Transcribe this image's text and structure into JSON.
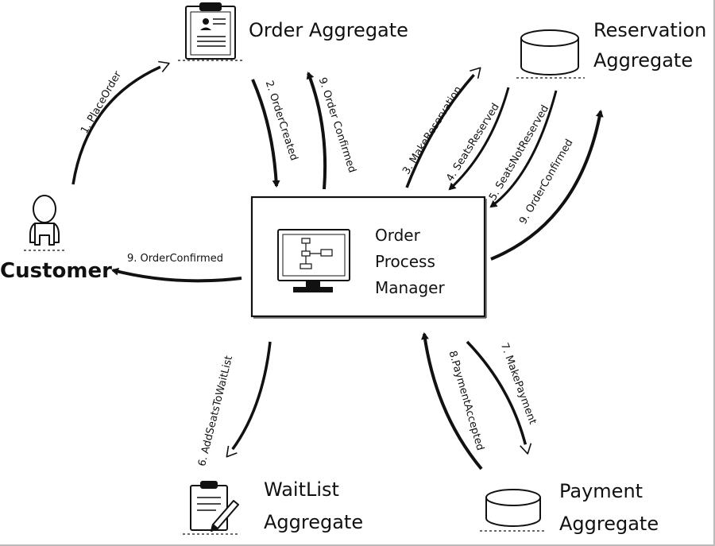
{
  "nodes": {
    "order_aggregate": "Order Aggregate",
    "reservation_aggregate": [
      "Reservation",
      "Aggregate"
    ],
    "customer": "Customer",
    "process_manager": [
      "Order",
      "Process",
      "Manager"
    ],
    "waitlist_aggregate": [
      "WaitList",
      "Aggregate"
    ],
    "payment_aggregate": [
      "Payment",
      "Aggregate"
    ]
  },
  "edges": {
    "place_order": "1. PlaceOrder",
    "order_created": "2. OrderCreated",
    "order_confirmed_order": "9. Order Confirmed",
    "make_reservation": "3. MakeReservation",
    "seats_reserved": "4. SeatsReserved",
    "seats_not_reserved": "5. SeatsNotReserved",
    "order_confirmed_reservation": "9. OrderConfirmed",
    "order_confirmed_customer": "9. OrderConfirmed",
    "add_seats_to_waitlist": "6. AddSeatsToWaitList",
    "payment_accepted": "8.PaymentAccepted",
    "make_payment": "7. MakePayment"
  },
  "icons": {
    "order": "clipboard-document-icon",
    "reservation": "database-cylinder-icon",
    "customer": "person-icon",
    "process": "monitor-flowchart-icon",
    "waitlist": "clipboard-pencil-icon",
    "payment": "database-cylinder-icon"
  }
}
